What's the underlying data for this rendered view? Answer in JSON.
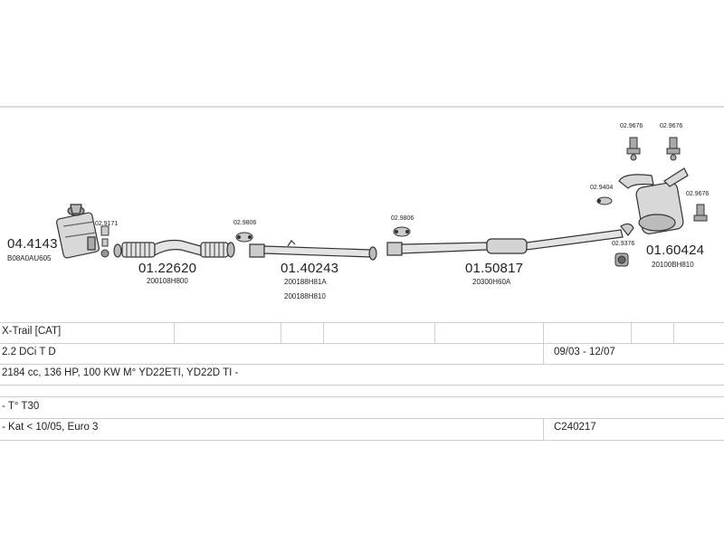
{
  "parts": {
    "p1": {
      "number": "04.4143",
      "code": "B08A0AU605"
    },
    "p2": {
      "number": "01.22620",
      "code": "200108H800"
    },
    "p3": {
      "number": "01.40243",
      "code1": "200188H81A",
      "code2": "200188H810"
    },
    "p4": {
      "number": "01.50817",
      "code": "20300H60A"
    },
    "p5": {
      "number": "01.60424",
      "code": "20100BH810"
    }
  },
  "fittings": {
    "f1": "02.9171",
    "f2": "02.9806",
    "f3": "02.9806",
    "f4": "02.9404",
    "f5": "02.9376",
    "f6": "02.9676",
    "f7": "02.9676",
    "f8": "02.9676"
  },
  "table": {
    "model": "X-Trail  [CAT]",
    "engine": "2.2 DCi T D",
    "dates": "09/03 - 12/07",
    "spec": "2184 cc, 136 HP, 100 KW M° YD22ETI, YD22D TI -",
    "type": "- T° T30",
    "emission": "- Kat < 10/05, Euro 3",
    "ref": "C240217"
  }
}
